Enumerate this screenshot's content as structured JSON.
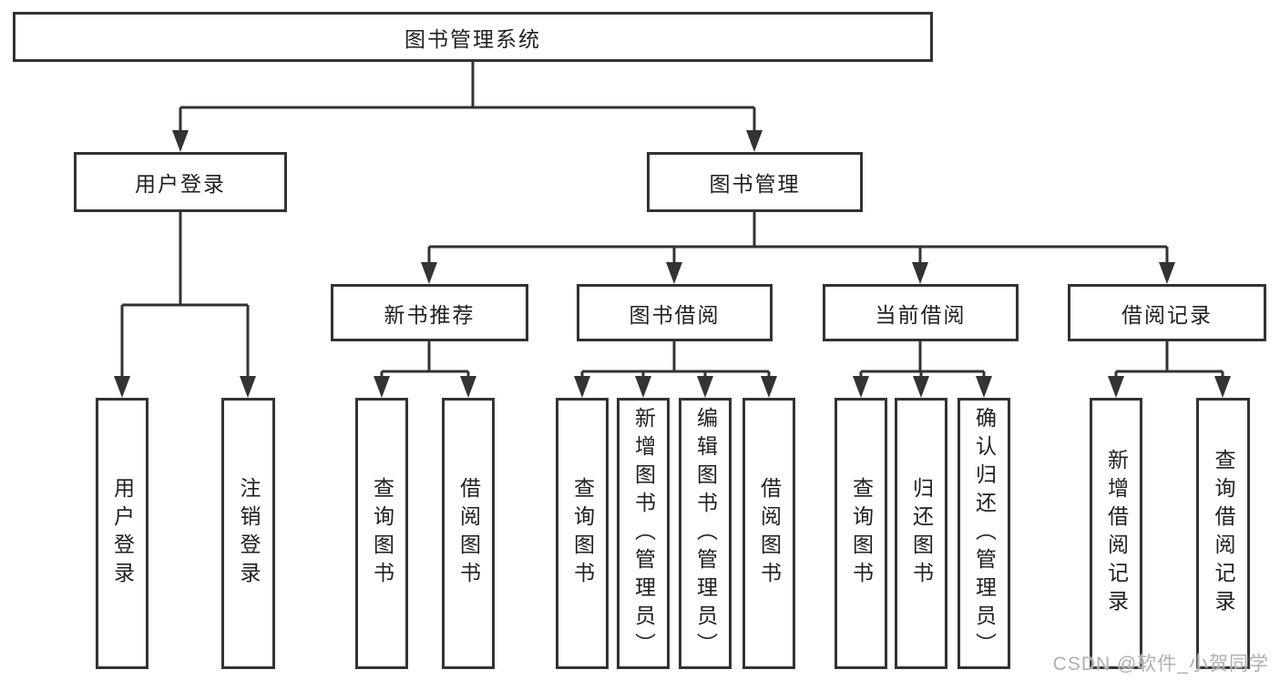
{
  "meta": {
    "type": "hierarchy-diagram",
    "language": "zh-CN"
  },
  "colors": {
    "background": "#ffffff",
    "line": "#333333",
    "box_border": "#333333",
    "box_bg": "#ffffff",
    "text": "#1f1f1f",
    "watermark": "#b0b0b0"
  },
  "nodes": {
    "root": {
      "label": "图书管理系统",
      "children": [
        "user_login",
        "book_mgmt"
      ]
    },
    "user_login": {
      "label": "用户登录",
      "children": [
        "ul_login",
        "ul_logout"
      ]
    },
    "book_mgmt": {
      "label": "图书管理",
      "children": [
        "new_book_rec",
        "book_borrow",
        "current_borrow",
        "borrow_records"
      ]
    },
    "new_book_rec": {
      "label": "新书推荐",
      "children": [
        "nbr_query",
        "nbr_borrow"
      ]
    },
    "book_borrow": {
      "label": "图书借阅",
      "children": [
        "bb_query",
        "bb_add",
        "bb_edit",
        "bb_borrow"
      ]
    },
    "current_borrow": {
      "label": "当前借阅",
      "children": [
        "cb_query",
        "cb_return",
        "cb_confirm"
      ]
    },
    "borrow_records": {
      "label": "借阅记录",
      "children": [
        "br_add",
        "br_query"
      ]
    },
    "ul_login": {
      "label": "用户登录"
    },
    "ul_logout": {
      "label": "注销登录"
    },
    "nbr_query": {
      "label": "查询图书"
    },
    "nbr_borrow": {
      "label": "借阅图书"
    },
    "bb_query": {
      "label": "查询图书"
    },
    "bb_add": {
      "label": "新增图书（管理员）"
    },
    "bb_edit": {
      "label": "编辑图书（管理员）"
    },
    "bb_borrow": {
      "label": "借阅图书"
    },
    "cb_query": {
      "label": "查询图书"
    },
    "cb_return": {
      "label": "归还图书"
    },
    "cb_confirm": {
      "label": "确认归还（管理员）"
    },
    "br_add": {
      "label": "新增借阅记录"
    },
    "br_query": {
      "label": "查询借阅记录"
    }
  },
  "watermark": {
    "text": "CSDN @软件_小贺同学"
  }
}
